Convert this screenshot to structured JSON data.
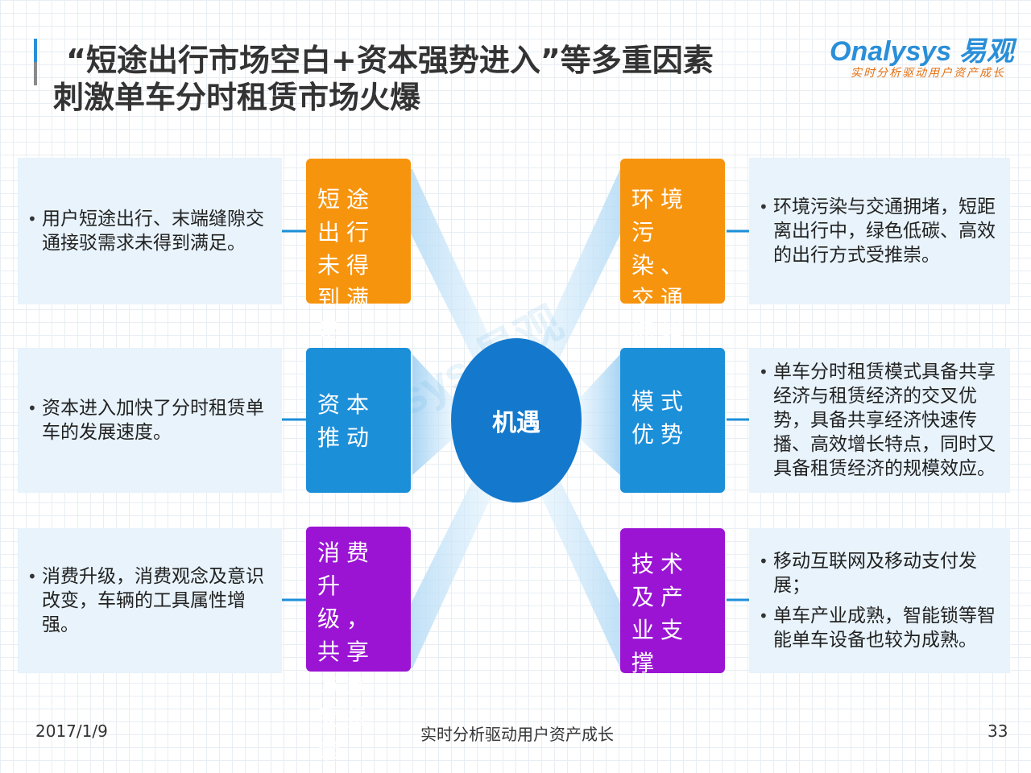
{
  "header": {
    "title_line1": "“短途出行市场空白+资本强势进入”等多重因素",
    "title_line2": "刺激单车分时租赁市场火爆"
  },
  "logo": {
    "brand": "Onalysys 易观",
    "slogan": "实时分析驱动用户资产成长"
  },
  "diagram": {
    "center": "机遇",
    "left": [
      {
        "tile": "短途出行未得到满足",
        "tile_color": "#f7940d",
        "desc": [
          "用户短途出行、末端缝隙交通接驳需求未得到满足。"
        ]
      },
      {
        "tile": "资本推动",
        "tile_color": "#1c8fd9",
        "desc": [
          "资本进入加快了分时租赁单车的发展速度。"
        ]
      },
      {
        "tile": "消费升级，共享方式受推崇",
        "tile_color": "#9b14d4",
        "desc": [
          "消费升级，消费观念及意识改变，车辆的工具属性增强。"
        ]
      }
    ],
    "right": [
      {
        "tile": "环境污染、交通拥堵",
        "tile_color": "#f7940d",
        "desc": [
          "环境污染与交通拥堵，短距离出行中，绿色低碳、高效的出行方式受推崇。"
        ]
      },
      {
        "tile": "模式优势",
        "tile_color": "#1c8fd9",
        "desc": [
          "单车分时租赁模式具备共享经济与租赁经济的交叉优势，具备共享经济快速传播、高效增长特点，同时又具备租赁经济的规模效应。"
        ]
      },
      {
        "tile": "技术及产业支撑",
        "tile_color": "#9b14d4",
        "desc": [
          "移动互联网及移动支付发展；",
          "单车产业成熟，智能锁等智能单车设备也较为成熟。"
        ]
      }
    ]
  },
  "footer": {
    "date": "2017/1/9",
    "slogan": "实时分析驱动用户资产成长",
    "page": "33"
  }
}
